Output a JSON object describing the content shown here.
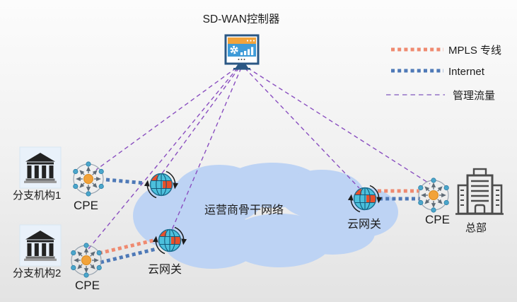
{
  "diagram": {
    "title": "SD-WAN控制器",
    "cloud_label": "运营商骨干网络",
    "branch1_label": "分支机构1",
    "branch2_label": "分支机构2",
    "cpe1_label": "CPE",
    "cpe2_label": "CPE",
    "cpe3_label": "CPE",
    "gateway2_label": "云网关",
    "gateway3_label": "云网关",
    "hq_label": "总部"
  },
  "legend": {
    "items": [
      {
        "label": "MPLS 专线",
        "color": "#EF8A70",
        "style": "thick-square-dotted"
      },
      {
        "label": "Internet",
        "color": "#4E79B7",
        "style": "thick-square-dotted"
      },
      {
        "label": "管理流量",
        "color": "#AC92D2",
        "style": "thin-dashed"
      }
    ]
  },
  "edges": [
    {
      "from": "branch1-cpe",
      "to": "gateway1",
      "type": "Internet"
    },
    {
      "from": "branch2-cpe",
      "to": "gateway2",
      "type": "MPLS 专线"
    },
    {
      "from": "branch2-cpe",
      "to": "gateway2",
      "type": "Internet"
    },
    {
      "from": "gateway3",
      "to": "hq-cpe",
      "type": "MPLS 专线"
    },
    {
      "from": "gateway3",
      "to": "hq-cpe",
      "type": "Internet"
    },
    {
      "from": "controller",
      "to": "branch1-cpe",
      "type": "管理流量"
    },
    {
      "from": "controller",
      "to": "branch2-cpe",
      "type": "管理流量"
    },
    {
      "from": "controller",
      "to": "gateway1",
      "type": "管理流量"
    },
    {
      "from": "controller",
      "to": "gateway2",
      "type": "管理流量"
    },
    {
      "from": "controller",
      "to": "gateway3",
      "type": "管理流量"
    },
    {
      "from": "controller",
      "to": "hq-cpe",
      "type": "管理流量"
    }
  ],
  "colors": {
    "mpls": "#EF8A70",
    "internet": "#4E79B7",
    "management": "#8A4FC0",
    "management_legend": "#AC92D2",
    "cloud": "#BDD3F4",
    "cpe_center": "#F2A33A",
    "globe": "#4CC0DC",
    "monitor_frame": "#2A5784",
    "monitor_bar": "#F2A33A",
    "monitor_screen": "#3E9BD8"
  }
}
